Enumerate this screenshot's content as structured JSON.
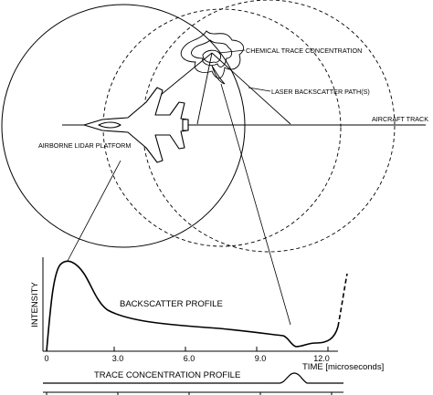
{
  "labels": {
    "chemical": "CHEMICAL TRACE CONCENTRATION",
    "laser": "LASER BACKSCATTER PATH(S)",
    "track": "AIRCRAFT TRACK",
    "platform": "AIRBORNE LIDAR PLATFORM",
    "ylabel": "INTENSITY",
    "profile": "BACKSCATTER  PROFILE",
    "xlabel": "TIME [microseconds]",
    "trace": "TRACE CONCENTRATION PROFILE"
  },
  "ticks": [
    "0",
    "3.0",
    "6.0",
    "9.0",
    "12.0"
  ],
  "colors": {
    "ink": "#000000",
    "background": "#ffffff"
  }
}
